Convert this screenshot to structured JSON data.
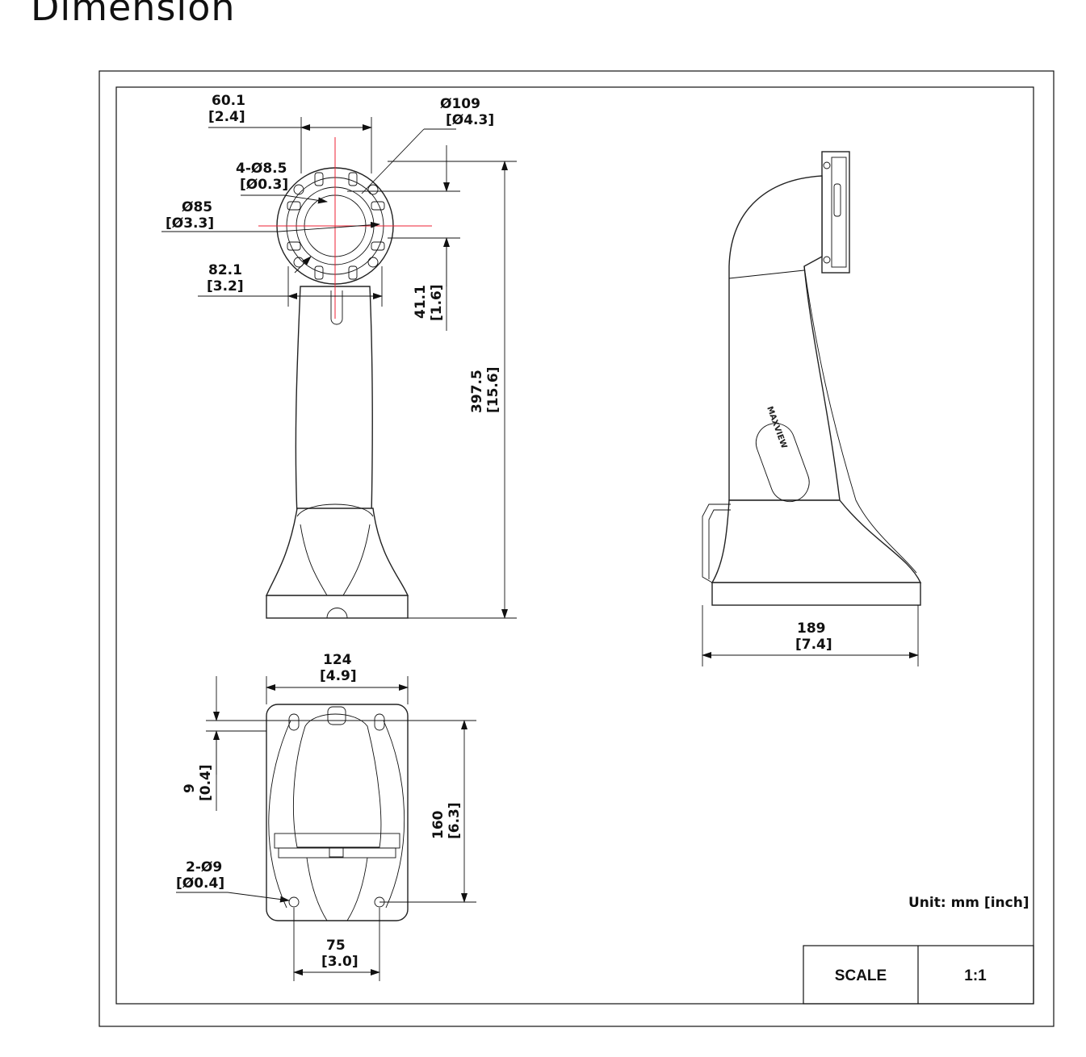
{
  "heading": "Dimension",
  "top_view": {
    "dims": {
      "w60": [
        "60.1",
        "[2.4]"
      ],
      "d109": [
        "Ø109",
        "[Ø4.3]"
      ],
      "holes": [
        "4-Ø8.5",
        "[Ø0.3]"
      ],
      "d85": [
        "Ø85",
        "[Ø3.3]"
      ],
      "w82": [
        "82.1",
        "[3.2]"
      ],
      "h41": [
        "41.1",
        "[1.6]"
      ],
      "h397": [
        "397.5",
        "[15.6]"
      ]
    }
  },
  "side_view": {
    "brand_text": "MAXVIEW",
    "dims": {
      "w189": [
        "189",
        "[7.4]"
      ]
    }
  },
  "base_view": {
    "dims": {
      "w124": [
        "124",
        "[4.9]"
      ],
      "h9": [
        "9",
        "[0.4]"
      ],
      "h160": [
        "160",
        "[6.3]"
      ],
      "holes2": [
        "2-Ø9",
        "[Ø0.4]"
      ],
      "w75": [
        "75",
        "[3.0]"
      ]
    }
  },
  "unit_note": "Unit: mm [inch]",
  "title_block": {
    "scale_label": "SCALE",
    "scale_value": "1:1"
  }
}
